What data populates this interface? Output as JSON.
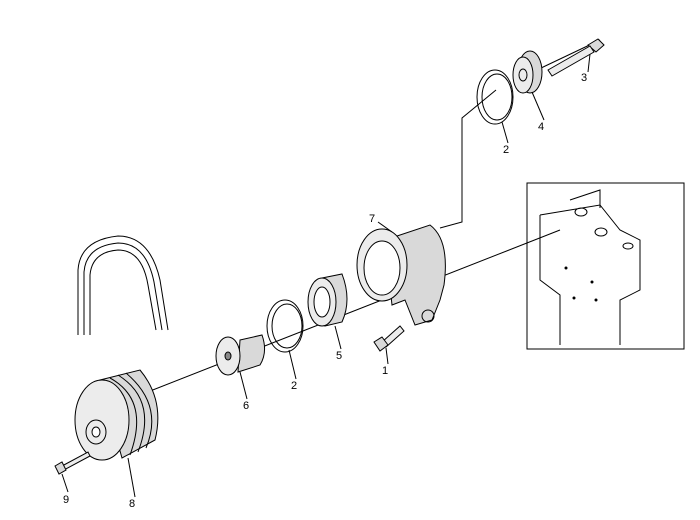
{
  "diagram": {
    "title": "Belt tensioner / idler pulley assembly exploded view",
    "callouts": [
      {
        "id": "c3",
        "label": "3"
      },
      {
        "id": "c4",
        "label": "4"
      },
      {
        "id": "c2a",
        "label": "2"
      },
      {
        "id": "c7",
        "label": "7"
      },
      {
        "id": "c5",
        "label": "5"
      },
      {
        "id": "c1",
        "label": "1"
      },
      {
        "id": "c2b",
        "label": "2"
      },
      {
        "id": "c6",
        "label": "6"
      },
      {
        "id": "c8",
        "label": "8"
      },
      {
        "id": "c9",
        "label": "9"
      }
    ]
  }
}
